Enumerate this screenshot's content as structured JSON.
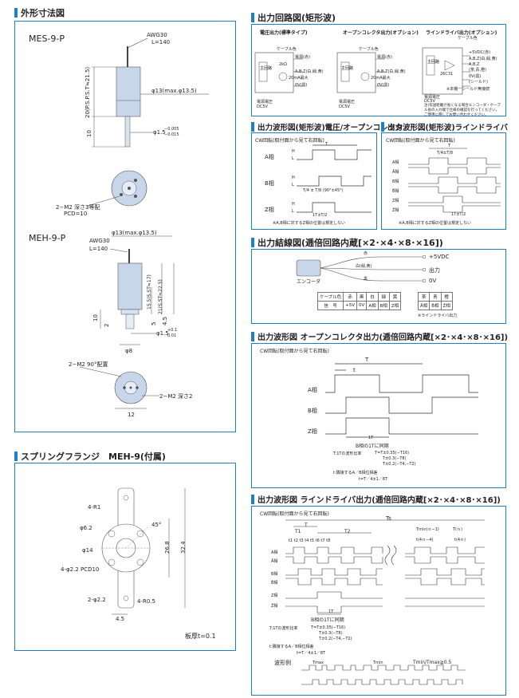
{
  "left": {
    "section1_title": "外形寸法図",
    "mes": {
      "model": "MES-9-P",
      "awg": "AWG30",
      "length": "L=140",
      "len_vertical": "20(P.S.P.S.T≒21.5)",
      "diameter": "φ13(max.φ13.5)",
      "shaft": "φ1.5",
      "shaft_tol_upper": "−0.005",
      "shaft_tol_lower": "−0.015",
      "shaft_len": "10",
      "holes": "2−M2  深さ3等配",
      "pcd": "PCD=10"
    },
    "meh": {
      "model": "MEH-9-P",
      "diameter": "φ13(max.φ13.5)",
      "awg": "AWG30",
      "length": "L=140",
      "len_a": "15.5(S.ST≒17)",
      "len_b": "21(S.ST≒22.5)",
      "dim_10": "10",
      "dim_2": "2",
      "dim_5": "5",
      "dim_4_5": "4.5",
      "shaft": "φ1.5",
      "shaft_tol_upper": "+0.1",
      "shaft_tol_lower": "0.01",
      "hub": "φ8",
      "holes_90": "2−M2  90°配置",
      "holes_depth": "2−M2  深さ2",
      "width": "12"
    },
    "section2_title": "スプリングフランジ　MEH-9(付属)",
    "flange": {
      "r1": "4-R1",
      "d62": "φ6.2",
      "angle": "45°",
      "d14": "φ14",
      "holes": "4-φ2.2 PCD10",
      "hole2": "2-φ2.2",
      "r05": "4-R0.5",
      "h268": "26.8",
      "h324": "32.4",
      "w45": "4.5",
      "thickness": "板厚t=0.1"
    }
  },
  "right": {
    "circuit_title": "出力回路図(矩形波)",
    "circuit": {
      "col1_head": "電圧出力(標準タイプ)",
      "col2_head": "オープンコレクタ出力(オプション)",
      "col3_head": "ラインドライバ出力(オプション)",
      "cable_color": "ケーブル色",
      "main_circuit": "主回路",
      "red": "電源(赤)",
      "r2k": "2kΩ",
      "abz": "A,B,Z(白,緑,黄)",
      "i20": "20mA最大",
      "gnd": "0V(黒)",
      "vcc": "+5VDC(赤)",
      "abz2": "A,B,Z(白,緑,黄)",
      "abzbar": "A,B,Z",
      "abzbar2": "(茶,青,橙)",
      "gnd2": "0V(黒)",
      "shield": "(シールド)",
      "ic": "26C31",
      "note_shield": "※本機ーシールド無接続",
      "supply1": "電源電圧",
      "supply1v": "DC5V",
      "supply2": "電源電圧",
      "supply2v": "DC5V",
      "supply3": "電源電圧",
      "supply3v": "DC5V",
      "note_ld": "注)伝送距離が長くなる場合エンコーダ・ケーブル長の入力端で仕様の確認を行ってください。ご使用に際してお問い合わせください。"
    },
    "wave1_title": "出力波形図(矩形波)電圧/オープンコレクタ",
    "wave1": {
      "cw": "CW回転(取付面から見て右回転)",
      "a": "A相",
      "b": "B相",
      "z": "Z相",
      "h": "H",
      "l": "L",
      "t": "T",
      "t_quarter": "T/4 ± T/8 (90°±45°)",
      "t_half": "1T±T/2",
      "note": "※A,B相に対するZ相の位置は規定しない"
    },
    "wave2_title": "出力波形図(矩形波)ラインドライバ",
    "wave2": {
      "cw": "CW回転(取付面から見て右回転)",
      "t": "T",
      "t_quarter": "T/4±T/8",
      "phases": [
        "A相",
        "Ā相",
        "B相",
        "B̄相",
        "Z相",
        "Z̄相"
      ],
      "t_half": "1T±T/2",
      "note": "※A,B相に対するZ相の位置は規定しない"
    },
    "wiring_title": "出力結線図(逓倍回路内蔵[×2･×4･×8･×16])",
    "wiring": {
      "encoder": "エンコーダ",
      "red": "赤",
      "white": "白(緑,黄)",
      "black": "黒",
      "p5v": "+5VDC",
      "out": "出力",
      "zero": "0V",
      "table1_head": [
        "ケーブル色",
        "赤",
        "黒",
        "白",
        "緑",
        "黄"
      ],
      "table1_row": [
        "信　号",
        "+5V",
        "0V",
        "A相",
        "B相",
        "Z相"
      ],
      "table2_head": [
        "茶",
        "青",
        "橙"
      ],
      "table2_row": [
        "Ā相",
        "B̄相",
        "Z̄相"
      ],
      "table2_note": "※ラインドライバ出力"
    },
    "wave3_title": "出力波形図 オープンコレクタ出力(逓倍回路内蔵[×2･×4･×8･×16])",
    "wave3": {
      "cw": "CW回転(取付面から見て右回転)",
      "t": "T",
      "tt": "t",
      "a": "A相",
      "b": "B相",
      "z": "Z相",
      "one_t": "1T",
      "sync": "B相の1Tに同期",
      "ratio": "T:1Tの波形比率",
      "r1": "T=T±0.35(−T16)",
      "r2": "T±0.3(−T8)",
      "r3": "T±0.2(−T4,−T2)",
      "adj": "t:隣接するA／B相位相差",
      "adj2": "t=T／4±1／8T"
    },
    "wave4_title": "出力波形図 ラインドライバ出力(逓倍回路内蔵[×2･×4･×8･×16])",
    "wave4": {
      "cw": "CW回転(取付面から見て右回転)",
      "ts": "Ts",
      "t": "T",
      "t1": "T1",
      "t2": "T2",
      "tn": "t1 t2 t3 t4 t5 t6 t7 t8",
      "tmin": "Tmin(ｎ−1)",
      "tn_": "T(ｎ)",
      "t4n1": "t(4ｎ−4)",
      "t4n": "t(4ｎ)",
      "phases": [
        "A相",
        "Ā相",
        "B相",
        "B̄相",
        "Z相",
        "Z̄相"
      ],
      "one_t": "1T",
      "sync": "B相の1Tに同期",
      "ratio": "T:1Tの波形比率",
      "r1": "T=T±0.35(−T16)",
      "r2": "T±0.3(−T8)",
      "r3": "T±0.2(−T4,−T2)",
      "adj": "t:隣接するA／B相位相差",
      "adj2": "t=T／4±1／8T",
      "example": "波形例",
      "tmax": "Tmax",
      "tmin2": "Tmin",
      "ratio2": "Tmin/Tmax≧0.5"
    }
  }
}
